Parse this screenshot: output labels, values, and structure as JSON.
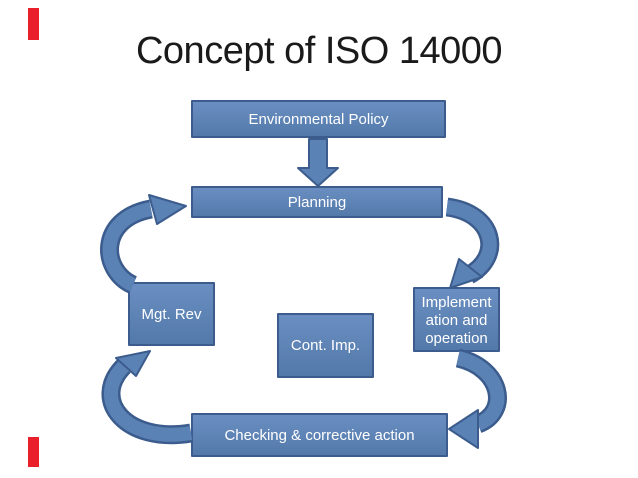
{
  "title": "Concept of ISO 14000",
  "colors": {
    "box_fill": "#5b82b4",
    "box_border": "#3b5c8d",
    "arrow_fill": "#5b82b4",
    "red_marker": "#e9202b",
    "title_color": "#1a1a1a",
    "background": "#ffffff"
  },
  "nodes": {
    "env_policy": {
      "label": "Environmental Policy"
    },
    "planning": {
      "label": "Planning"
    },
    "mgt_rev": {
      "label": "Mgt. Rev"
    },
    "cont_imp": {
      "label": "Cont. Imp."
    },
    "implementation": {
      "label": "Implementation and operation",
      "lines": [
        "Implement",
        "ation and",
        "operation"
      ]
    },
    "checking": {
      "label": "Checking & corrective action"
    }
  }
}
